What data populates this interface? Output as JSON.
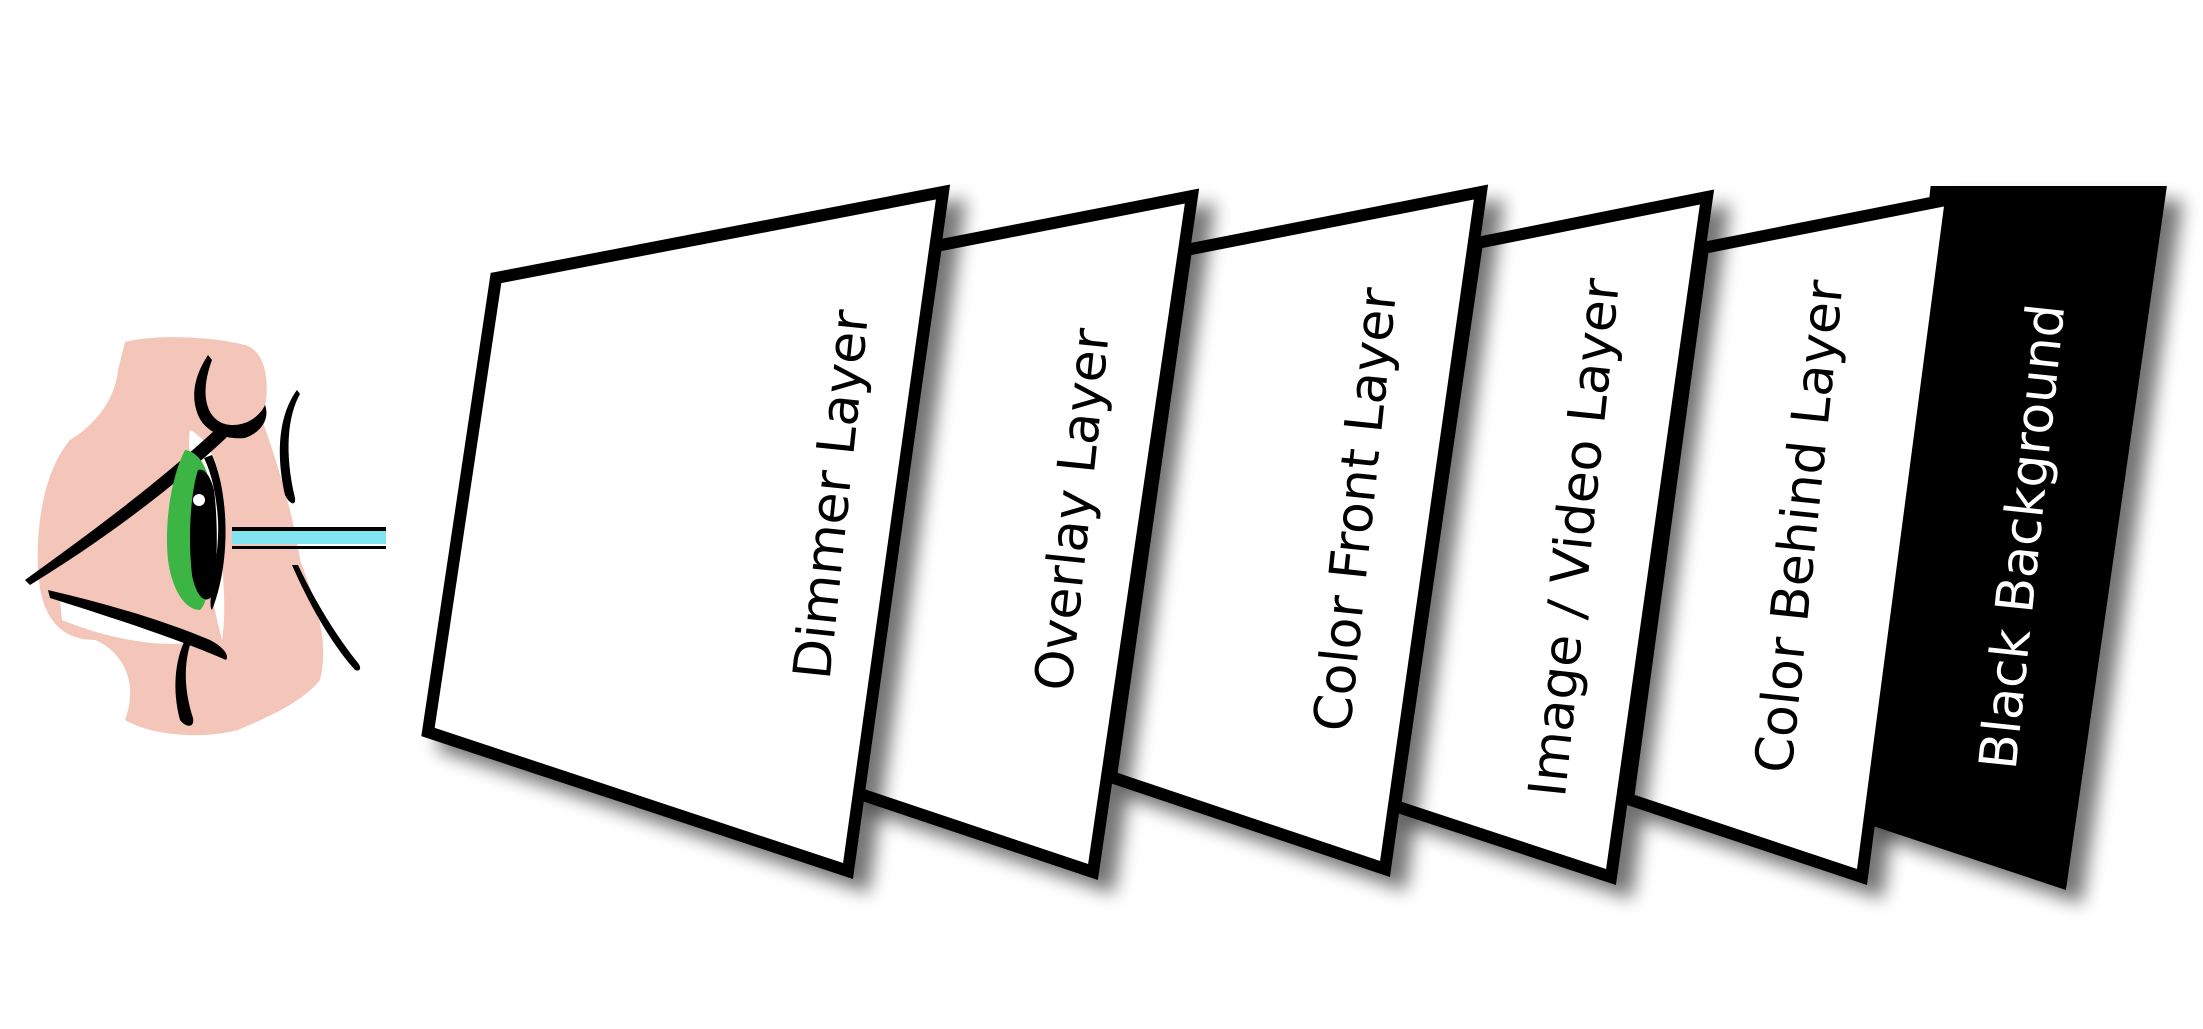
{
  "layers": [
    {
      "label": "Black Background",
      "fill": "#000000",
      "text_color": "#ffffff"
    },
    {
      "label": "Color Behind Layer",
      "fill": "#ffffff",
      "text_color": "#000000"
    },
    {
      "label": "Image / Video Layer",
      "fill": "#ffffff",
      "text_color": "#000000"
    },
    {
      "label": "Color Front Layer",
      "fill": "#ffffff",
      "text_color": "#000000"
    },
    {
      "label": "Overlay Layer",
      "fill": "#ffffff",
      "text_color": "#000000"
    },
    {
      "label": "Dimmer Layer",
      "fill": "#ffffff",
      "text_color": "#000000"
    }
  ],
  "viewer": {
    "skin_color": "#f4c6b9",
    "iris_color": "#3cb544",
    "sight_line_color": "#7fe3f0"
  },
  "colors": {
    "outline": "#000000",
    "background": "#ffffff",
    "shadow": "#7a7a7a"
  }
}
